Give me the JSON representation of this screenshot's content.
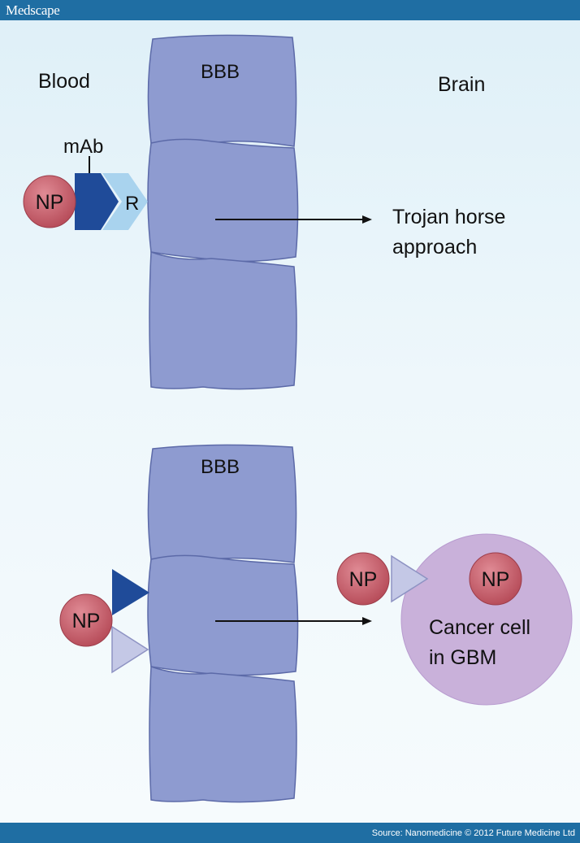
{
  "header": {
    "brand": "Medscape"
  },
  "footer": {
    "source": "Source: Nanomedicine © 2012 Future Medicine Ltd"
  },
  "colors": {
    "header_bar": "#1f6ea3",
    "bbb_cell": "#8e9bd0",
    "np_particle": "#c8616d",
    "mab": "#1f4b99",
    "receptor": "#a9d3ee",
    "ligand_light": "#c4c8e6",
    "cancer_cell": "#c9b1da"
  },
  "diagram": {
    "top": {
      "blood_label": "Blood",
      "brain_label": "Brain",
      "bbb_label": "BBB",
      "mab_label": "mAb",
      "np_label": "NP",
      "receptor_label": "R",
      "approach_line1": "Trojan horse",
      "approach_line2": "approach"
    },
    "bottom": {
      "bbb_label": "BBB",
      "np_left_label": "NP",
      "np_mid_label": "NP",
      "np_inner_label": "NP",
      "cancer_line1": "Cancer cell",
      "cancer_line2": "in GBM"
    }
  }
}
